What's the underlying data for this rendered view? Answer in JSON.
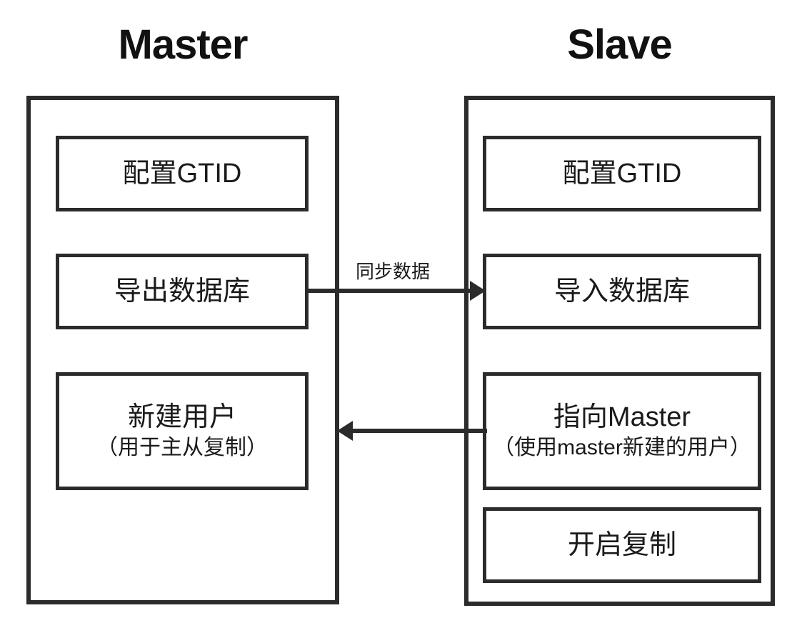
{
  "diagram": {
    "title_master": "Master",
    "title_slave": "Slave",
    "master_steps": [
      {
        "line1": "配置GTID",
        "line2": ""
      },
      {
        "line1": "导出数据库",
        "line2": ""
      },
      {
        "line1": "新建用户",
        "line2": "（用于主从复制）"
      }
    ],
    "slave_steps": [
      {
        "line1": "配置GTID",
        "line2": ""
      },
      {
        "line1": "导入数据库",
        "line2": ""
      },
      {
        "line1": "指向Master",
        "line2": "（使用master新建的用户）"
      },
      {
        "line1": "开启复制",
        "line2": ""
      }
    ],
    "connectors": [
      {
        "label": "同步数据",
        "direction": "master-to-slave",
        "from": "导出数据库",
        "to": "导入数据库"
      },
      {
        "label": "",
        "direction": "slave-to-master",
        "from": "指向Master",
        "to": "新建用户"
      }
    ],
    "colors": {
      "stroke": "#2b2b2b",
      "text": "#1a1a1a",
      "background": "#ffffff"
    }
  }
}
